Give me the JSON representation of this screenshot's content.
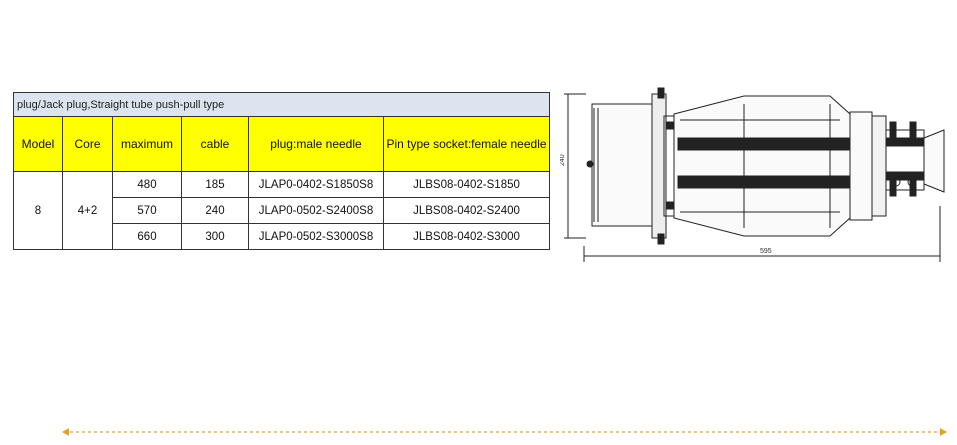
{
  "table": {
    "title": "plug/Jack plug,Straight tube push-pull type",
    "headers": [
      "Model",
      "Core",
      "maximum",
      "cable",
      "plug:male needle",
      "Pin type socket:female needle"
    ],
    "model": "8",
    "core": "4+2",
    "rows": [
      {
        "maximum": "480",
        "cable": "185",
        "plug": "JLAP0-0402-S1850S8",
        "socket": "JLBS08-0402-S1850"
      },
      {
        "maximum": "570",
        "cable": "240",
        "plug": "JLAP0-0502-S2400S8",
        "socket": "JLBS08-0402-S2400"
      },
      {
        "maximum": "660",
        "cable": "300",
        "plug": "JLAP0-0502-S3000S8",
        "socket": "JLBS08-0402-S3000"
      }
    ]
  },
  "drawing": {
    "height_dim": "240",
    "length_dim": "595"
  },
  "colors": {
    "header_fill": "#ffff00",
    "title_fill": "#dbe4ef",
    "nav_line": "#e8a020"
  },
  "icons": {
    "left_arrow": "arrow-left-icon",
    "right_arrow": "arrow-right-icon"
  }
}
